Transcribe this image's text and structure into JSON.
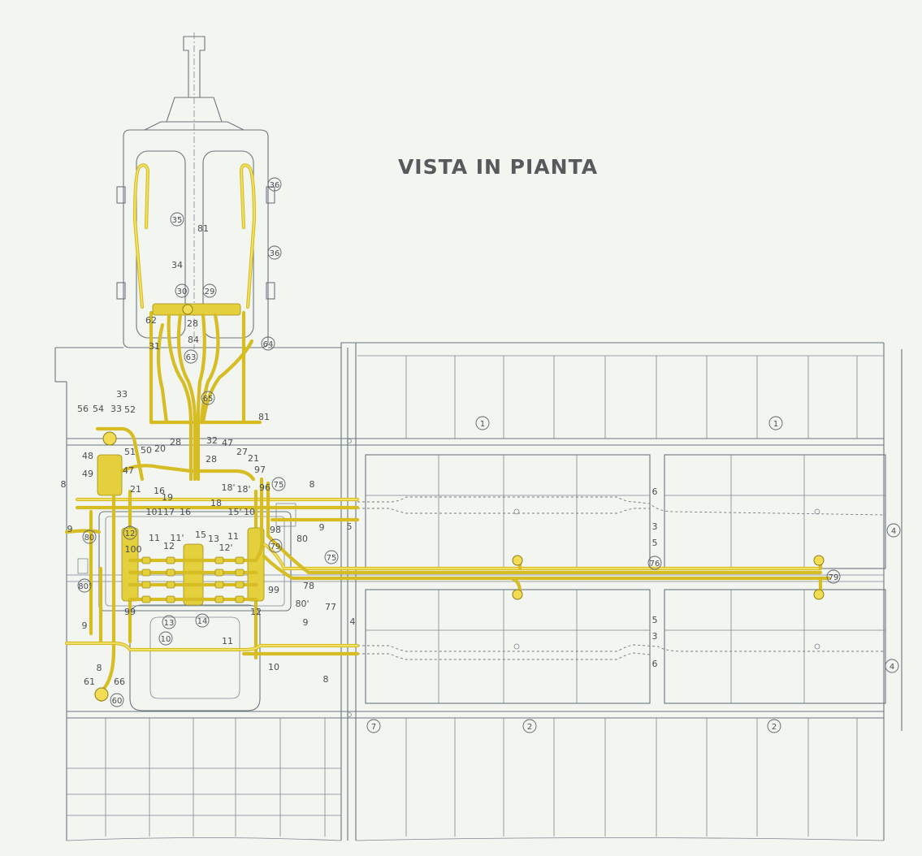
{
  "title": "VISTA IN PIANTA",
  "colors": {
    "paper": "#f3f5f1",
    "linework": "#6b767e",
    "pipes": "#d7bd24"
  },
  "labels": {
    "l1": "1",
    "l2": "2",
    "l3": "3",
    "l4": "4",
    "l5": "5",
    "l6": "6",
    "l7": "7",
    "l8": "8",
    "l9": "9",
    "l10": "10",
    "l11": "11",
    "l11b": "11'",
    "l12": "12",
    "l12b": "12'",
    "l13": "13",
    "l14": "14",
    "l15": "15",
    "l15b": "15'",
    "l16": "16",
    "l17": "17",
    "l18": "18",
    "l18b": "18'",
    "l19": "19",
    "l20": "20",
    "l21": "21",
    "l27": "27",
    "l28": "28",
    "l29": "29",
    "l30": "30",
    "l31": "31",
    "l32": "32",
    "l33": "33",
    "l34": "34",
    "l35": "35",
    "l36": "36",
    "l47": "47",
    "l48": "48",
    "l49": "49",
    "l50": "50",
    "l51": "51",
    "l52": "52",
    "l54": "54",
    "l56": "56",
    "l60": "60",
    "l61": "61",
    "l62": "62",
    "l63": "63",
    "l64": "64",
    "l65": "65",
    "l66": "66",
    "l75": "75",
    "l76": "76",
    "l77": "77",
    "l78": "78",
    "l79": "79",
    "l80": "80",
    "l80b": "80'",
    "l81": "81",
    "l84": "84",
    "l96": "96",
    "l97": "97",
    "l98": "98",
    "l99": "99",
    "l100": "100",
    "l101": "101"
  }
}
